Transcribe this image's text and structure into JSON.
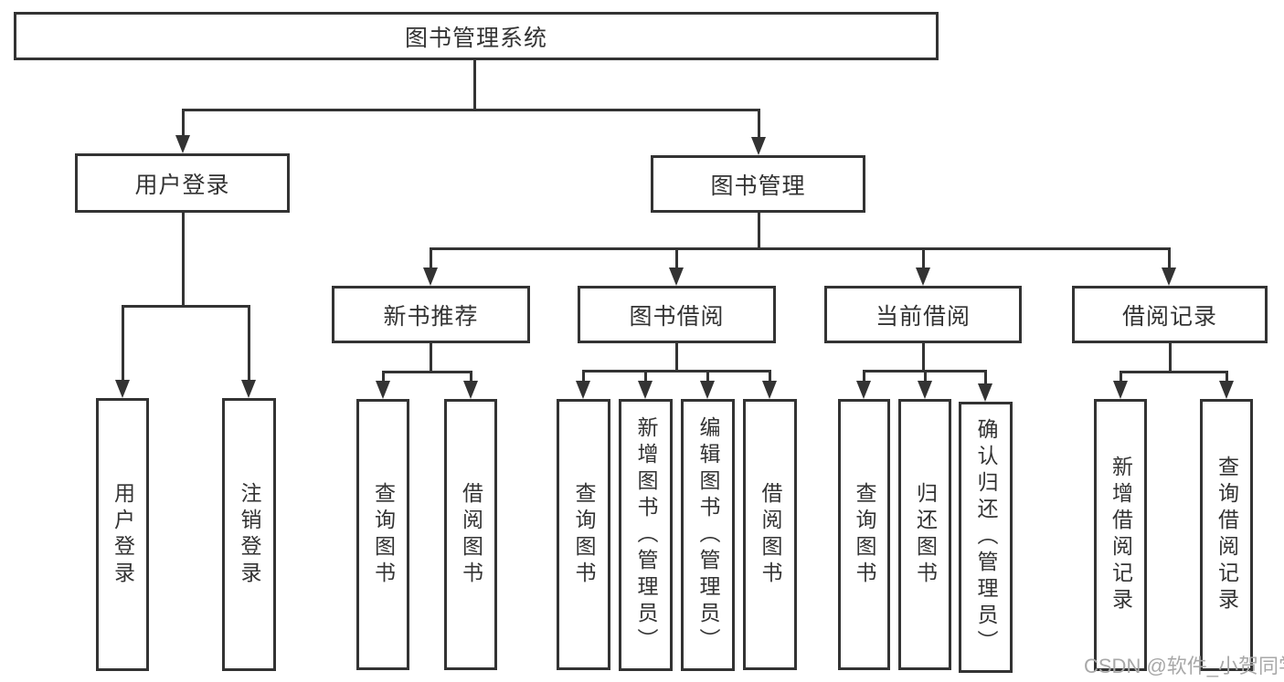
{
  "diagram": {
    "root": {
      "label": "图书管理系统"
    },
    "branches": {
      "user_login": {
        "label": "用户登录",
        "children": {
          "login": {
            "label": "用户登录"
          },
          "logout": {
            "label": "注销登录"
          }
        }
      },
      "book_management": {
        "label": "图书管理",
        "children": {
          "new_book_recommend": {
            "label": "新书推荐",
            "children": {
              "query_books": {
                "label": "查询图书"
              },
              "borrow_books": {
                "label": "借阅图书"
              }
            }
          },
          "book_borrowing": {
            "label": "图书借阅",
            "children": {
              "query_books": {
                "label": "查询图书"
              },
              "add_books": {
                "label": "新增图书（管理员）"
              },
              "edit_books": {
                "label": "编辑图书（管理员）"
              },
              "borrow_books": {
                "label": "借阅图书"
              }
            }
          },
          "current_borrowing": {
            "label": "当前借阅",
            "children": {
              "query_books": {
                "label": "查询图书"
              },
              "return_books": {
                "label": "归还图书"
              },
              "confirm_return": {
                "label": "确认归还（管理员）"
              }
            }
          },
          "borrowing_records": {
            "label": "借阅记录",
            "children": {
              "add_record": {
                "label": "新增借阅记录"
              },
              "query_record": {
                "label": "查询借阅记录"
              }
            }
          }
        }
      }
    },
    "watermark": "CSDN @软件_小贺同学",
    "colors": {
      "line": "#333333",
      "text": "#333333",
      "background": "#ffffff",
      "watermark": "#a8a8a8"
    }
  }
}
